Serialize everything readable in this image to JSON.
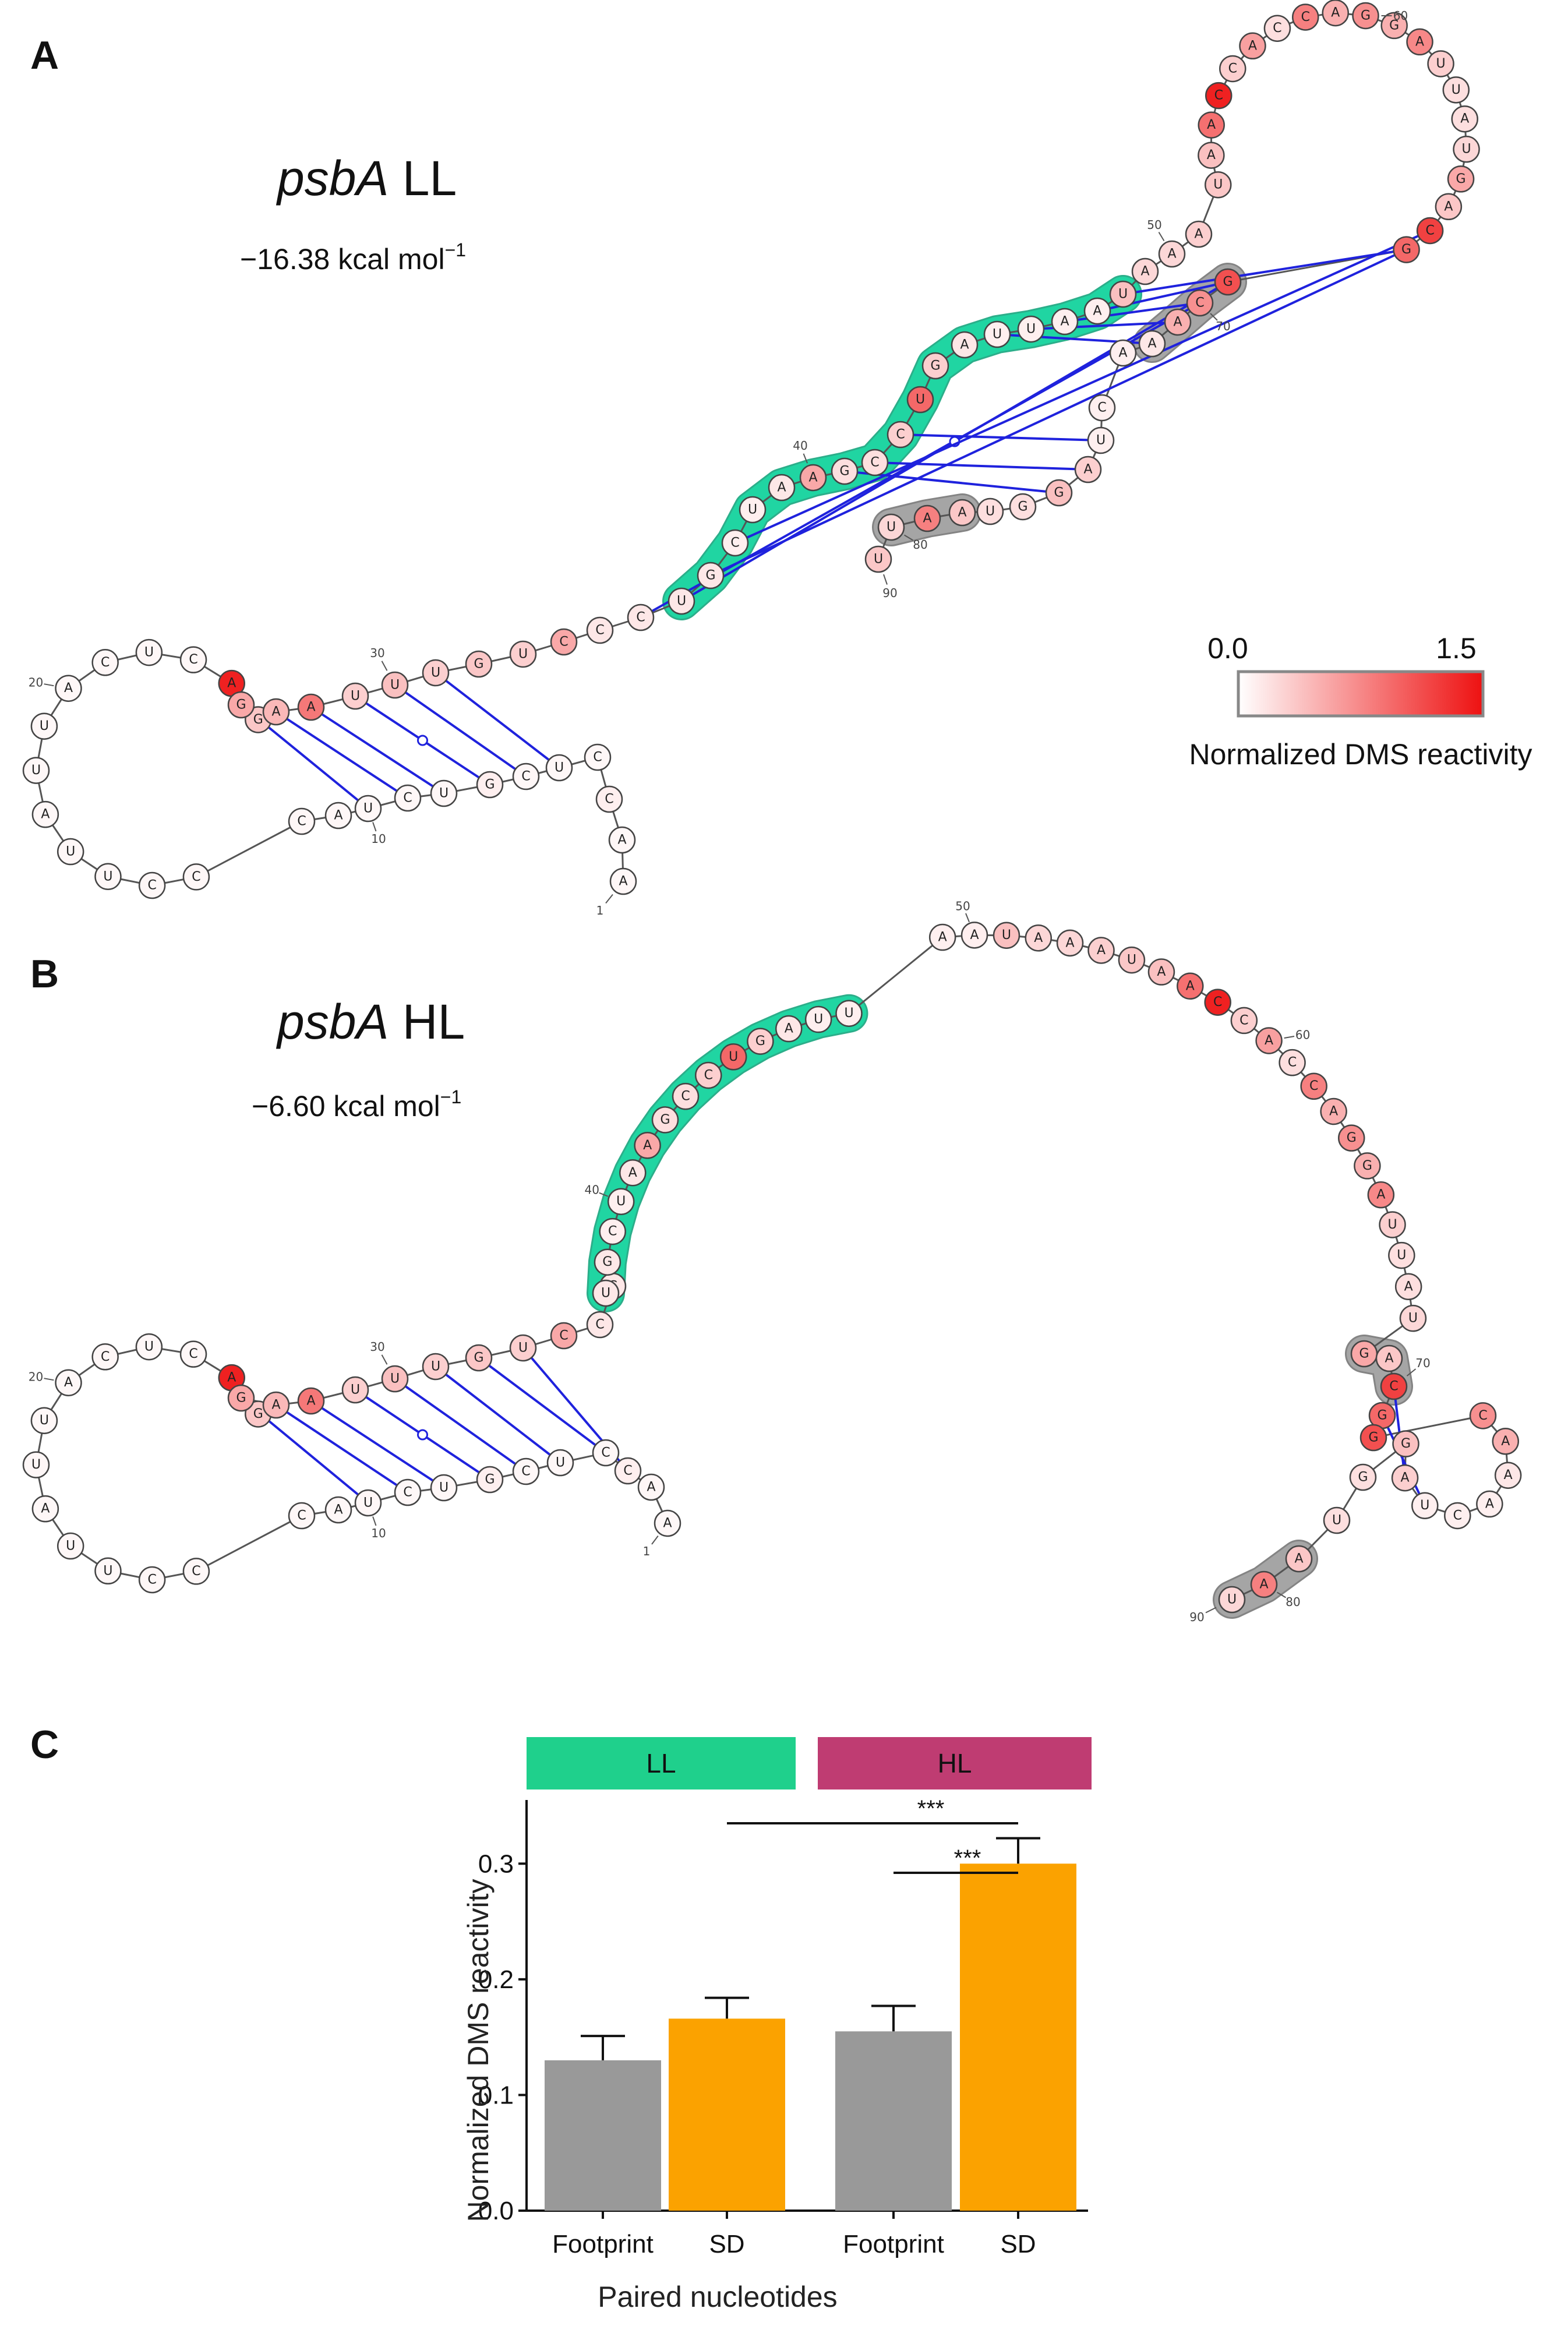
{
  "panels": {
    "A": {
      "letter": "A",
      "title_italic": "psbA",
      "title_rest": " LL",
      "energy": "−16.38 kcal mol",
      "energy_exp": "−1"
    },
    "B": {
      "letter": "B",
      "title_italic": "psbA",
      "title_rest": " HL",
      "energy": "−6.60 kcal mol",
      "energy_exp": "−1"
    },
    "C": {
      "letter": "C"
    }
  },
  "sequence": "AACCUCGUCUACCCUUAUUACUCAGGAAUUUGUCCCUGCUAAGCCUGAUUAAUAAAUAACCACCAGGAUUAUGACGGCAAACUAGGUAAUU",
  "reactivity": [
    0.05,
    0.05,
    0.1,
    0.05,
    0.05,
    0.05,
    0.1,
    0.05,
    0.05,
    0.05,
    0.05,
    0.05,
    0.05,
    0.05,
    0.05,
    0.05,
    0.05,
    0.05,
    0.05,
    0.05,
    0.05,
    0.05,
    0.05,
    1.4,
    0.35,
    0.55,
    0.45,
    0.85,
    0.3,
    0.4,
    0.3,
    0.35,
    0.3,
    0.55,
    0.15,
    0.15,
    0.15,
    0.15,
    0.1,
    0.1,
    0.15,
    0.55,
    0.2,
    0.2,
    0.3,
    0.95,
    0.3,
    0.15,
    0.1,
    0.1,
    0.1,
    0.1,
    0.4,
    0.25,
    0.25,
    0.3,
    0.35,
    0.4,
    0.9,
    1.4,
    0.3,
    0.6,
    0.2,
    0.8,
    0.5,
    0.7,
    0.5,
    0.75,
    0.3,
    0.2,
    0.2,
    0.25,
    0.55,
    0.35,
    1.2,
    0.95,
    1.1,
    0.7,
    0.5,
    0.15,
    0.1,
    0.1,
    0.1,
    0.3,
    0.4,
    0.2,
    0.2,
    0.35,
    0.8,
    0.25,
    0.35
  ],
  "position_labels": [
    "1",
    "10",
    "20",
    "30",
    "40",
    "50",
    "60",
    "70",
    "80",
    "90"
  ],
  "legend": {
    "min_label": "0.0",
    "max_label": "1.5",
    "title": "Normalized DMS reactivity",
    "low_color": "#ffffff",
    "high_color": "#ee1111"
  },
  "colors": {
    "sd_highlight": "#1fdca6",
    "footprint_highlight": "#888888",
    "base_pair": "#1f22dd",
    "ll_strip": "#1fd08c",
    "hl_strip": "#bf3c72",
    "footprint_bar": "#999999",
    "sd_bar": "#fba200"
  },
  "chart_data": {
    "type": "bar",
    "facets": [
      "LL",
      "HL"
    ],
    "categories": [
      "Footprint",
      "SD"
    ],
    "series": [
      {
        "facet": "LL",
        "values": [
          0.13,
          0.166
        ],
        "errors": [
          0.021,
          0.018
        ]
      },
      {
        "facet": "HL",
        "values": [
          0.155,
          0.3
        ],
        "errors": [
          0.022,
          0.022
        ]
      }
    ],
    "xlabel": "Paired nucleotides",
    "ylabel": "Normalized DMS reactivity",
    "ylim": [
      0,
      0.35
    ],
    "yticks": [
      "0.0",
      "0.1",
      "0.2",
      "0.3"
    ],
    "significance": [
      {
        "from": "LL SD",
        "to": "HL SD",
        "label": "***"
      },
      {
        "from": "HL Footprint",
        "to": "HL SD",
        "label": "***"
      }
    ]
  }
}
